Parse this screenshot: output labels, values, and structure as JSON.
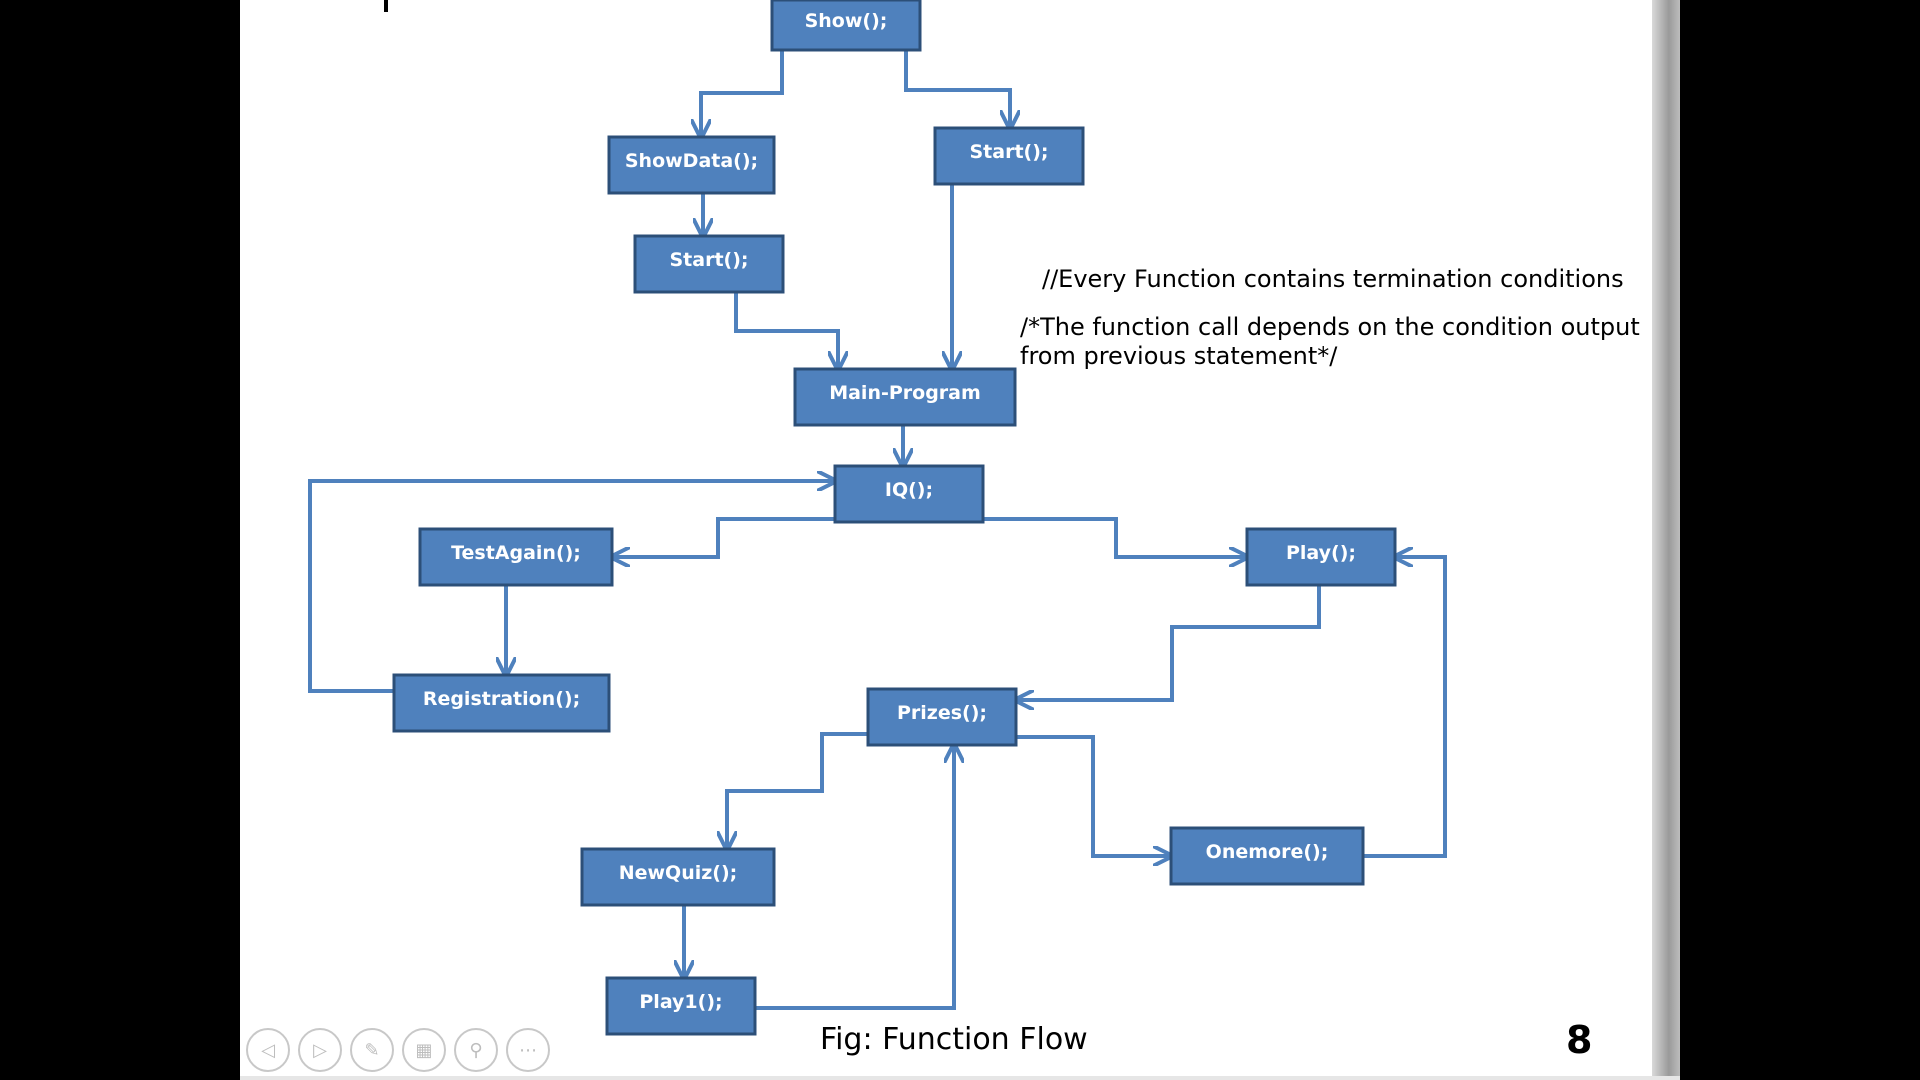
{
  "nodes": [
    {
      "id": "show",
      "label": "Show();"
    },
    {
      "id": "showdata",
      "label": "ShowData();"
    },
    {
      "id": "start-right",
      "label": "Start();"
    },
    {
      "id": "start-left",
      "label": "Start();"
    },
    {
      "id": "main-program",
      "label": "Main-Program"
    },
    {
      "id": "iq",
      "label": "IQ();"
    },
    {
      "id": "testagain",
      "label": "TestAgain();"
    },
    {
      "id": "play",
      "label": "Play();"
    },
    {
      "id": "registration",
      "label": "Registration();"
    },
    {
      "id": "prizes",
      "label": "Prizes();"
    },
    {
      "id": "onemore",
      "label": "Onemore();"
    },
    {
      "id": "newquiz",
      "label": "NewQuiz();"
    },
    {
      "id": "play1",
      "label": "Play1();"
    }
  ],
  "notes": {
    "termination": "//Every Function contains termination conditions",
    "condition_line1": "/*The function call depends on the condition output",
    "condition_line2": "from previous statement*/"
  },
  "caption": "Fig: Function Flow",
  "slide_number": "8",
  "colors": {
    "node_fill": "#4f81bd",
    "node_border": "#2c4f78",
    "edge": "#4f81bd"
  },
  "nav_icons": [
    "back-arrow-icon",
    "forward-arrow-icon",
    "pen-icon",
    "slides-icon",
    "zoom-icon",
    "more-icon"
  ]
}
